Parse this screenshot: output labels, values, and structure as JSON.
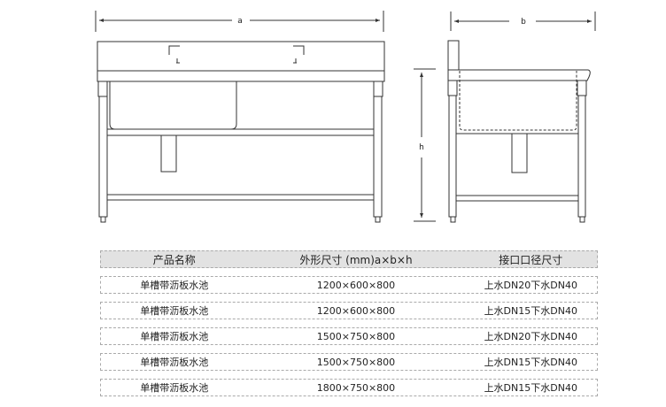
{
  "drawing": {
    "front_view_dim_label": "a",
    "side_view_width_label": "b",
    "side_view_height_label": "h"
  },
  "table": {
    "headers": [
      "产品名称",
      "外形尺寸 (mm)a×b×h",
      "接口口径尺寸"
    ],
    "rows": [
      {
        "name": "单槽带沥板水池",
        "size": "1200×600×800",
        "port": "上水DN20下水DN40"
      },
      {
        "name": "单槽带沥板水池",
        "size": "1200×600×800",
        "port": "上水DN15下水DN40"
      },
      {
        "name": "单槽带沥板水池",
        "size": "1500×750×800",
        "port": "上水DN20下水DN40"
      },
      {
        "name": "单槽带沥板水池",
        "size": "1500×750×800",
        "port": "上水DN15下水DN40"
      },
      {
        "name": "单槽带沥板水池",
        "size": "1800×750×800",
        "port": "上水DN15下水DN40"
      }
    ]
  }
}
